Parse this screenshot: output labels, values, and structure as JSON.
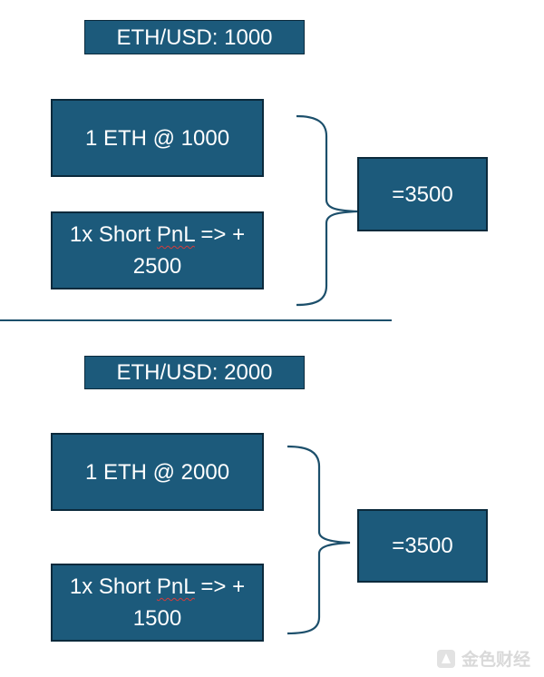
{
  "scenario_1": {
    "price_label": "ETH/USD: 1000",
    "position_label": "1 ETH @ 1000",
    "short_pnl": {
      "prefix": "1x Short ",
      "pnl_word": "PnL",
      "suffix": " => +",
      "value": "2500"
    },
    "total_label": "=3500"
  },
  "scenario_2": {
    "price_label": "ETH/USD: 2000",
    "position_label": "1 ETH @ 2000",
    "short_pnl": {
      "prefix": "1x Short ",
      "pnl_word": "PnL",
      "suffix": " => +",
      "value": "1500"
    },
    "total_label": "=3500"
  },
  "watermark": {
    "text": "金色财经"
  },
  "colors": {
    "box_fill": "#1c5a7b",
    "box_border": "#0b2a3c",
    "brace": "#1c4f6b",
    "text": "#ffffff"
  }
}
